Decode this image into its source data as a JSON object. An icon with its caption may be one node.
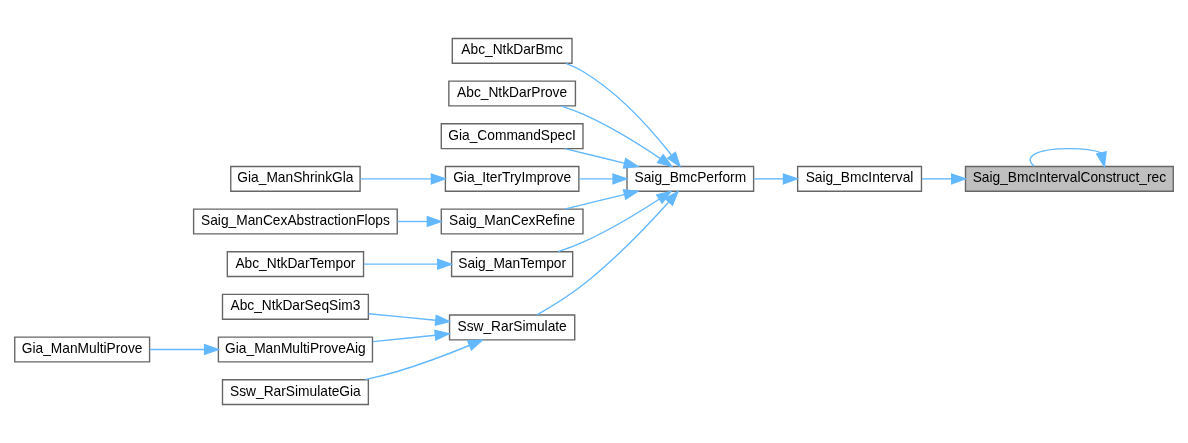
{
  "diagram": {
    "nodes": [
      {
        "text": [
          "Saig_BmcIntervalConstruct_rec"
        ]
      },
      {
        "text": [
          "Saig_BmcInterval"
        ]
      },
      {
        "text": [
          "Saig_BmcPerform"
        ]
      },
      {
        "text": [
          "Abc_NtkDarBmc"
        ]
      },
      {
        "text": [
          "Abc_NtkDarProve"
        ]
      },
      {
        "text": [
          "Gia_CommandSpecI"
        ]
      },
      {
        "text": [
          "Gia_IterTryImprove"
        ]
      },
      {
        "text": [
          "Gia_ManShrinkGla"
        ]
      },
      {
        "text": [
          "Saig_ManCexRefine"
        ]
      },
      {
        "text": [
          "Saig_ManCexAbstractionFlops"
        ]
      },
      {
        "text": [
          "Saig_ManTempor"
        ]
      },
      {
        "text": [
          "Abc_NtkDarTempor"
        ]
      },
      {
        "text": [
          "Ssw_RarSimulate"
        ]
      },
      {
        "text": [
          "Abc_NtkDarSeqSim3"
        ]
      },
      {
        "text": [
          "Gia_ManMultiProveAig"
        ]
      },
      {
        "text": [
          "Gia_ManMultiProve"
        ]
      },
      {
        "text": [
          "Ssw_RarSimulateGia"
        ]
      }
    ],
    "edges": [
      {
        "from": 0,
        "to": 0,
        "arrow": "to"
      },
      {
        "from": 1,
        "to": 0,
        "arrow": "to"
      },
      {
        "from": 2,
        "to": 1,
        "arrow": "to"
      },
      {
        "from": 3,
        "to": 2,
        "arrow": "to"
      },
      {
        "from": 4,
        "to": 2,
        "arrow": "to"
      },
      {
        "from": 5,
        "to": 2,
        "arrow": "to"
      },
      {
        "from": 6,
        "to": 2,
        "arrow": "to"
      },
      {
        "from": 7,
        "to": 6,
        "arrow": "to"
      },
      {
        "from": 8,
        "to": 2,
        "arrow": "to"
      },
      {
        "from": 9,
        "to": 8,
        "arrow": "to"
      },
      {
        "from": 10,
        "to": 2,
        "arrow": "to"
      },
      {
        "from": 11,
        "to": 10,
        "arrow": "to"
      },
      {
        "from": 12,
        "to": 2,
        "arrow": "to"
      },
      {
        "from": 13,
        "to": 12,
        "arrow": "to"
      },
      {
        "from": 14,
        "to": 12,
        "arrow": "to"
      },
      {
        "from": 15,
        "to": 14,
        "arrow": "to"
      },
      {
        "from": 16,
        "to": 12,
        "arrow": "to"
      }
    ]
  }
}
